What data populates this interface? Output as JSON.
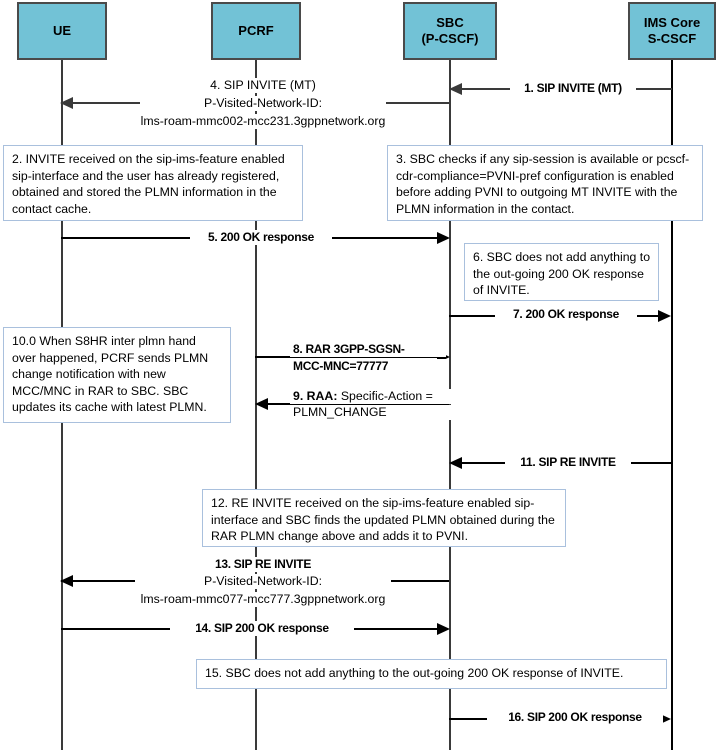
{
  "diagram": {
    "title": "SIP INVITE PLMN / PVNI sequence diagram",
    "type": "sequence-diagram",
    "accent_color": "#72C2D6",
    "note_border_color": "#a9c0dd",
    "line_color": "#3a3a3a"
  },
  "actors": [
    {
      "id": "ue",
      "line1": "UE",
      "line2": ""
    },
    {
      "id": "pcrf",
      "line1": "PCRF",
      "line2": ""
    },
    {
      "id": "sbc",
      "line1": "SBC",
      "line2": "(P-CSCF)"
    },
    {
      "id": "imscore",
      "line1": "IMS Core",
      "line2": "S-CSCF"
    }
  ],
  "messages": [
    {
      "id": "m1",
      "label": "1. SIP INVITE (MT)"
    },
    {
      "id": "m4",
      "label": "4. SIP INVITE (MT)",
      "label2": "P-Visited-Network-ID:",
      "label3": "lms-roam-mmc002-mcc231.3gppnetwork.org"
    },
    {
      "id": "m5",
      "label": "5. 200 OK response"
    },
    {
      "id": "m7",
      "label": "7. 200 OK response"
    },
    {
      "id": "m8",
      "label": "8. RAR 3GPP-SGSN-",
      "label2": "MCC-MNC=77777"
    },
    {
      "id": "m9",
      "label": "9. RAA:",
      "label_rest": " Specific-Action =",
      "label2": "PLMN_CHANGE"
    },
    {
      "id": "m11",
      "label": "11. SIP RE INVITE"
    },
    {
      "id": "m13",
      "label": "13. SIP RE INVITE",
      "label2": "P-Visited-Network-ID:",
      "label3": "lms-roam-mmc077-mcc777.3gppnetwork.org"
    },
    {
      "id": "m14",
      "label": "14. SIP 200 OK response"
    },
    {
      "id": "m16",
      "label": "16. SIP 200 OK response"
    }
  ],
  "notes": [
    {
      "id": "n2",
      "text": "2. INVITE received on the sip-ims-feature enabled sip-interface and the user has already registered, obtained and stored the PLMN information in the contact cache."
    },
    {
      "id": "n3",
      "text": "3. SBC checks if any sip-session is available or pcscf-cdr-compliance=PVNI-pref configuration is enabled before adding PVNI to outgoing MT INVITE with the PLMN information in the contact."
    },
    {
      "id": "n6",
      "text": "6. SBC does not add anything to the out-going 200 OK response of INVITE."
    },
    {
      "id": "n10",
      "text": "10.0 When S8HR inter plmn hand over happened, PCRF sends PLMN change notification with new MCC/MNC in RAR to SBC. SBC updates its cache with latest PLMN."
    },
    {
      "id": "n12",
      "text": "12. RE INVITE received on the sip-ims-feature enabled sip-interface and SBC finds the updated PLMN obtained during the RAR PLMN change above and adds it to PVNI."
    },
    {
      "id": "n15",
      "text": "15. SBC does not add anything to the out-going 200 OK response of INVITE."
    }
  ]
}
